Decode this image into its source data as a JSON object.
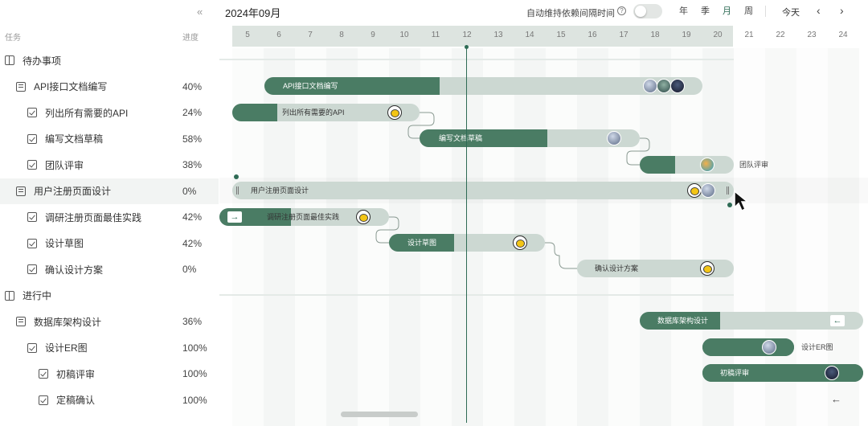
{
  "left_panel": {
    "collapse_icon": "«",
    "col_task": "任务",
    "col_progress": "进度",
    "rows": [
      {
        "label": "待办事项",
        "pct": "",
        "icon": "book"
      },
      {
        "label": "API接口文档编写",
        "pct": "40%",
        "icon": "task"
      },
      {
        "label": "列出所有需要的API",
        "pct": "24%",
        "icon": "check"
      },
      {
        "label": "编写文档草稿",
        "pct": "58%",
        "icon": "check"
      },
      {
        "label": "团队评审",
        "pct": "38%",
        "icon": "check"
      },
      {
        "label": "用户注册页面设计",
        "pct": "0%",
        "icon": "task"
      },
      {
        "label": "调研注册页面最佳实践",
        "pct": "42%",
        "icon": "check"
      },
      {
        "label": "设计草图",
        "pct": "42%",
        "icon": "check"
      },
      {
        "label": "确认设计方案",
        "pct": "0%",
        "icon": "check"
      },
      {
        "label": "进行中",
        "pct": "",
        "icon": "book"
      },
      {
        "label": "数据库架构设计",
        "pct": "36%",
        "icon": "task"
      },
      {
        "label": "设计ER图",
        "pct": "100%",
        "icon": "check"
      },
      {
        "label": "初稿评审",
        "pct": "100%",
        "icon": "check"
      },
      {
        "label": "定稿确认",
        "pct": "100%",
        "icon": "check"
      }
    ]
  },
  "toolbar": {
    "title": "2024年09月",
    "auto_label": "自动维持依赖间隔时间",
    "help_icon": "?",
    "views": [
      "年",
      "季",
      "月",
      "周"
    ],
    "active_view": "月",
    "today": "今天",
    "prev": "‹",
    "next": "›"
  },
  "days": [
    "5",
    "6",
    "7",
    "8",
    "9",
    "10",
    "11",
    "12",
    "13",
    "14",
    "15",
    "16",
    "17",
    "18",
    "19",
    "20",
    "21",
    "22",
    "23",
    "24"
  ],
  "bars": [
    {
      "label": "API接口文档编写",
      "progress": 0.4
    },
    {
      "label": "列出所有需要的API",
      "progress": 0.24
    },
    {
      "label": "编写文档草稿",
      "progress": 0.58
    },
    {
      "label": "团队评审",
      "progress": 0.38
    },
    {
      "label": "用户注册页面设计",
      "progress": 0
    },
    {
      "label": "调研注册页面最佳实践",
      "progress": 0.42
    },
    {
      "label": "设计草图",
      "progress": 0.42
    },
    {
      "label": "确认设计方案",
      "progress": 0
    },
    {
      "label": "数据库架构设计",
      "progress": 0.36
    },
    {
      "label": "设计ER图",
      "progress": 1
    },
    {
      "label": "初稿评审",
      "progress": 1
    }
  ],
  "colors": {
    "accent": "#4a7c64",
    "track": "#ccd8d2",
    "header": "#dde4e0"
  },
  "icons": {
    "right_arrow": "→",
    "left_arrow": "←"
  }
}
